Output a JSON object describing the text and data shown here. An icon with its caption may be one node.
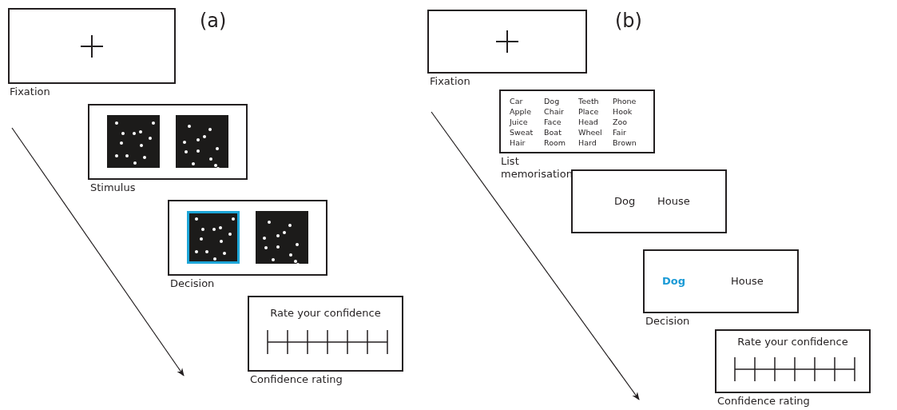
{
  "diagram": {
    "nodes": [
      {
        "text": [],
        "shape": "box",
        "beside": [
          "Fixation"
        ]
      },
      {
        "text": [],
        "shape": "box",
        "beside": [
          "Stimulus"
        ]
      },
      {
        "text": [],
        "shape": "box",
        "beside": [
          "Decision"
        ]
      },
      {
        "text": [
          "Rate your confidence"
        ],
        "beside": [
          "Confidence rating"
        ]
      },
      {
        "text": [],
        "shape": "box",
        "beside": [
          "Fixation"
        ]
      },
      {
        "text": [
          "Car",
          "Dog",
          "Teeth",
          "Phone",
          "Apple",
          "Chair",
          "Place",
          "Hook",
          "Juice",
          "Face",
          "Head",
          "Zoo",
          "Sweat",
          "Boat",
          "Wheel",
          "Fair",
          "Hair",
          "Room",
          "Hard",
          "Brown"
        ],
        "beside": [
          "List memorisation"
        ]
      },
      {
        "text": [
          "Dog",
          "House"
        ]
      },
      {
        "text": [
          "Dog",
          "House"
        ],
        "beside": [
          "Decision"
        ]
      },
      {
        "text": [
          "Rate your confidence"
        ],
        "beside": [
          "Confidence rating"
        ]
      }
    ],
    "labels": [
      "(a)",
      "(b)"
    ]
  }
}
